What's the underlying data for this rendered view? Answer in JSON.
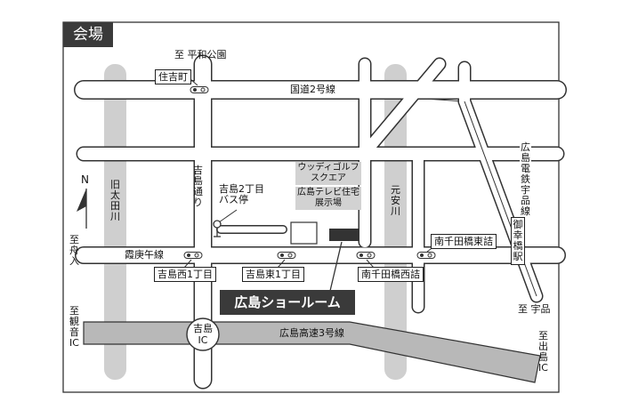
{
  "header": {
    "title": "会場"
  },
  "map": {
    "to_heiwa_park": "至 平和公園",
    "sumiyoshicho": "住吉町",
    "national_route_2": "国道2号線",
    "yoshijima_dori": "吉島通り",
    "kyu_ota_river": "旧太田川",
    "moto_yasu_river": "元安川",
    "hiroden_ujina_line": "広島電鉄宇品線",
    "miyukibashi_station": "御幸橋駅",
    "woody_golf": "ウッディゴルフスクエア",
    "tv_housing": "広島テレビ住宅展示場",
    "bus_stop": "吉島2丁目バス停",
    "north": "N",
    "to_funairi": "至舟入",
    "kasho_line": "霞庚午線",
    "minamisendabashi_higashizume": "南千田橋東詰",
    "yoshijima_nishi_1": "吉島西1丁目",
    "yoshijima_higashi_1": "吉島東1丁目",
    "minamisendabashi_nishizume": "南千田橋西詰",
    "showroom": "広島ショールーム",
    "to_ujina": "至 宇品",
    "to_kannon_ic": "至観音IC",
    "yoshijima_ic_line1": "吉島",
    "yoshijima_ic_line2": "IC",
    "expressway_3": "広島高速3号線",
    "to_deshima_ic": "至出島IC"
  }
}
